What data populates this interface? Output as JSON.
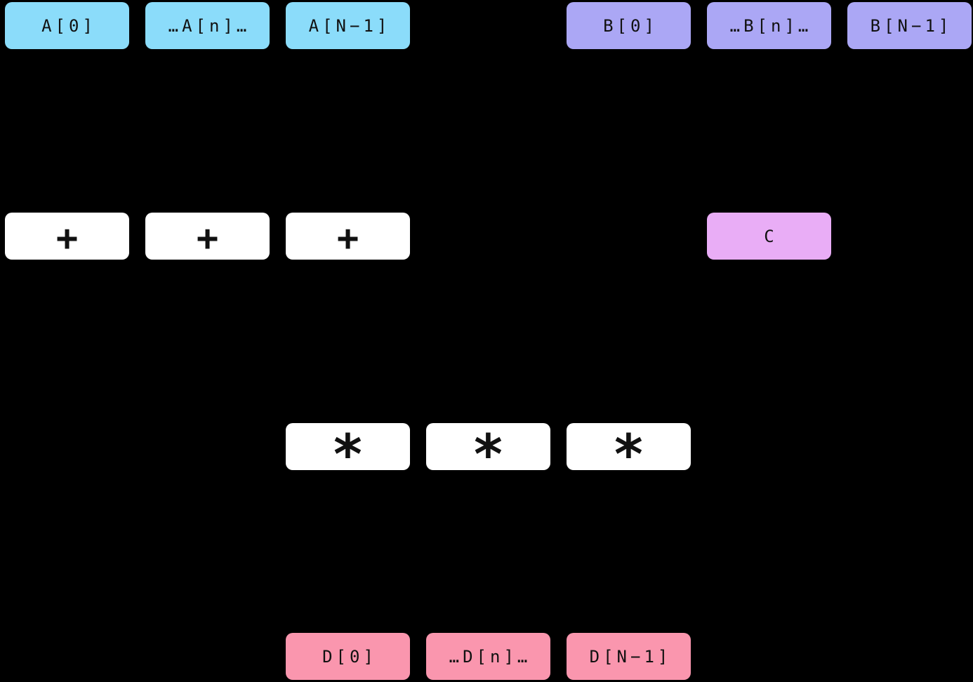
{
  "diagram": {
    "background": "#000000",
    "text_color": "#111111",
    "node_colors": {
      "array_a": "#8BDCFA",
      "array_b": "#ABA7F5",
      "scalar_c": "#E9ADF6",
      "array_d": "#FA96AE",
      "operator": "#FFFFFF"
    },
    "inputs_a": {
      "items": [
        {
          "label": "A[0]"
        },
        {
          "label": "…A[n]…"
        },
        {
          "label": "A[N−1]"
        }
      ]
    },
    "inputs_b": {
      "items": [
        {
          "label": "B[0]"
        },
        {
          "label": "…B[n]…"
        },
        {
          "label": "B[N−1]"
        }
      ]
    },
    "add_operators": {
      "items": [
        {
          "label": "+"
        },
        {
          "label": "+"
        },
        {
          "label": "+"
        }
      ]
    },
    "scalar_c": {
      "label": "C"
    },
    "multiply_operators": {
      "items": [
        {
          "label": "*"
        },
        {
          "label": "*"
        },
        {
          "label": "*"
        }
      ]
    },
    "outputs_d": {
      "items": [
        {
          "label": "D[0]"
        },
        {
          "label": "…D[n]…"
        },
        {
          "label": "D[N−1]"
        }
      ]
    }
  }
}
